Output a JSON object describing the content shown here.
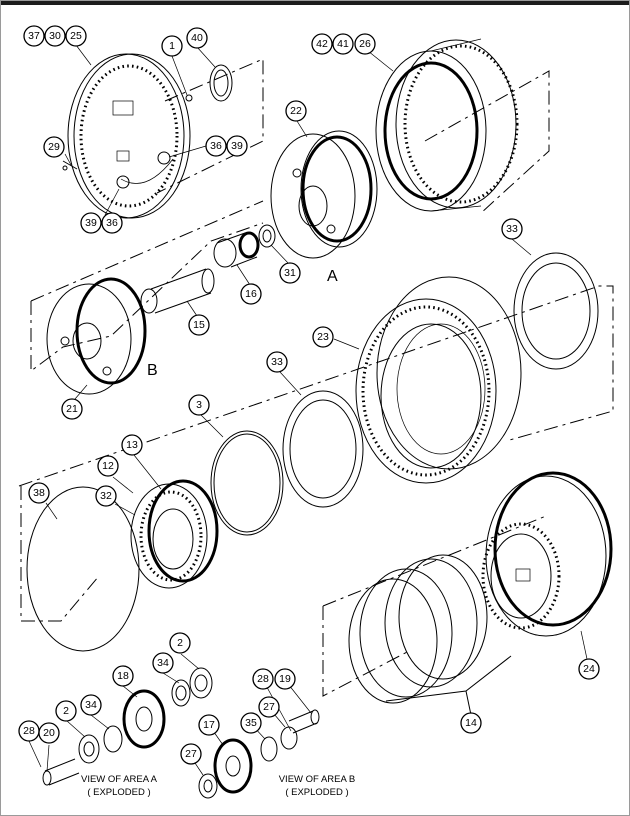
{
  "callouts": [
    {
      "id": "c-37",
      "label": "37"
    },
    {
      "id": "c-30",
      "label": "30"
    },
    {
      "id": "c-25",
      "label": "25"
    },
    {
      "id": "c-1",
      "label": "1"
    },
    {
      "id": "c-40",
      "label": "40"
    },
    {
      "id": "c-42",
      "label": "42"
    },
    {
      "id": "c-41",
      "label": "41"
    },
    {
      "id": "c-26",
      "label": "26"
    },
    {
      "id": "c-29",
      "label": "29"
    },
    {
      "id": "c-36a",
      "label": "36"
    },
    {
      "id": "c-39a",
      "label": "39"
    },
    {
      "id": "c-39b",
      "label": "39"
    },
    {
      "id": "c-36b",
      "label": "36"
    },
    {
      "id": "c-22",
      "label": "22"
    },
    {
      "id": "c-31",
      "label": "31"
    },
    {
      "id": "c-16",
      "label": "16"
    },
    {
      "id": "c-15",
      "label": "15"
    },
    {
      "id": "c-33a",
      "label": "33"
    },
    {
      "id": "c-23",
      "label": "23"
    },
    {
      "id": "c-33b",
      "label": "33"
    },
    {
      "id": "c-21",
      "label": "21"
    },
    {
      "id": "c-3",
      "label": "3"
    },
    {
      "id": "c-13",
      "label": "13"
    },
    {
      "id": "c-12",
      "label": "12"
    },
    {
      "id": "c-32",
      "label": "32"
    },
    {
      "id": "c-38",
      "label": "38"
    },
    {
      "id": "c-24",
      "label": "24"
    },
    {
      "id": "c-2a",
      "label": "2"
    },
    {
      "id": "c-34a",
      "label": "34"
    },
    {
      "id": "c-18",
      "label": "18"
    },
    {
      "id": "c-2b",
      "label": "2"
    },
    {
      "id": "c-34b",
      "label": "34"
    },
    {
      "id": "c-28a",
      "label": "28"
    },
    {
      "id": "c-20",
      "label": "20"
    },
    {
      "id": "c-17",
      "label": "17"
    },
    {
      "id": "c-27a",
      "label": "27"
    },
    {
      "id": "c-35",
      "label": "35"
    },
    {
      "id": "c-27b",
      "label": "27"
    },
    {
      "id": "c-28b",
      "label": "28"
    },
    {
      "id": "c-19",
      "label": "19"
    },
    {
      "id": "c-14",
      "label": "14"
    }
  ],
  "area_letters": {
    "a": "A",
    "b": "B"
  },
  "captions": {
    "area_a_line1": "VIEW OF AREA  A",
    "area_a_line2": "( EXPLODED )",
    "area_b_line1": "VIEW OF AREA  B",
    "area_b_line2": "( EXPLODED )"
  },
  "colors": {
    "line": "#000000",
    "background": "#ffffff",
    "frame": "#9a9a9a"
  }
}
